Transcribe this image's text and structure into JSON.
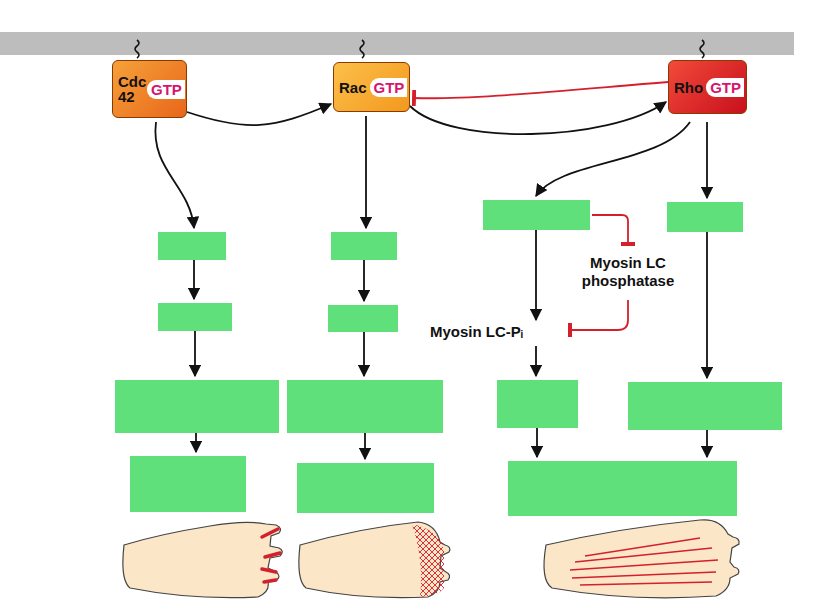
{
  "diagram": {
    "nodes": [
      {
        "text": [
          "Cdc 42",
          "GTP"
        ]
      },
      {
        "text": [
          "Rac",
          "GTP"
        ]
      },
      {
        "text": [
          "Rho",
          "GTP"
        ]
      }
    ],
    "edges": [
      {
        "from": 0,
        "to": 1,
        "arrow": "to"
      },
      {
        "from": 1,
        "to": 2,
        "arrow": "to"
      },
      {
        "from": 2,
        "to": 1,
        "arrow": "to"
      }
    ],
    "labels": [
      "Myosin LC phosphatase",
      "Myosin LC-Pᵢ"
    ]
  }
}
